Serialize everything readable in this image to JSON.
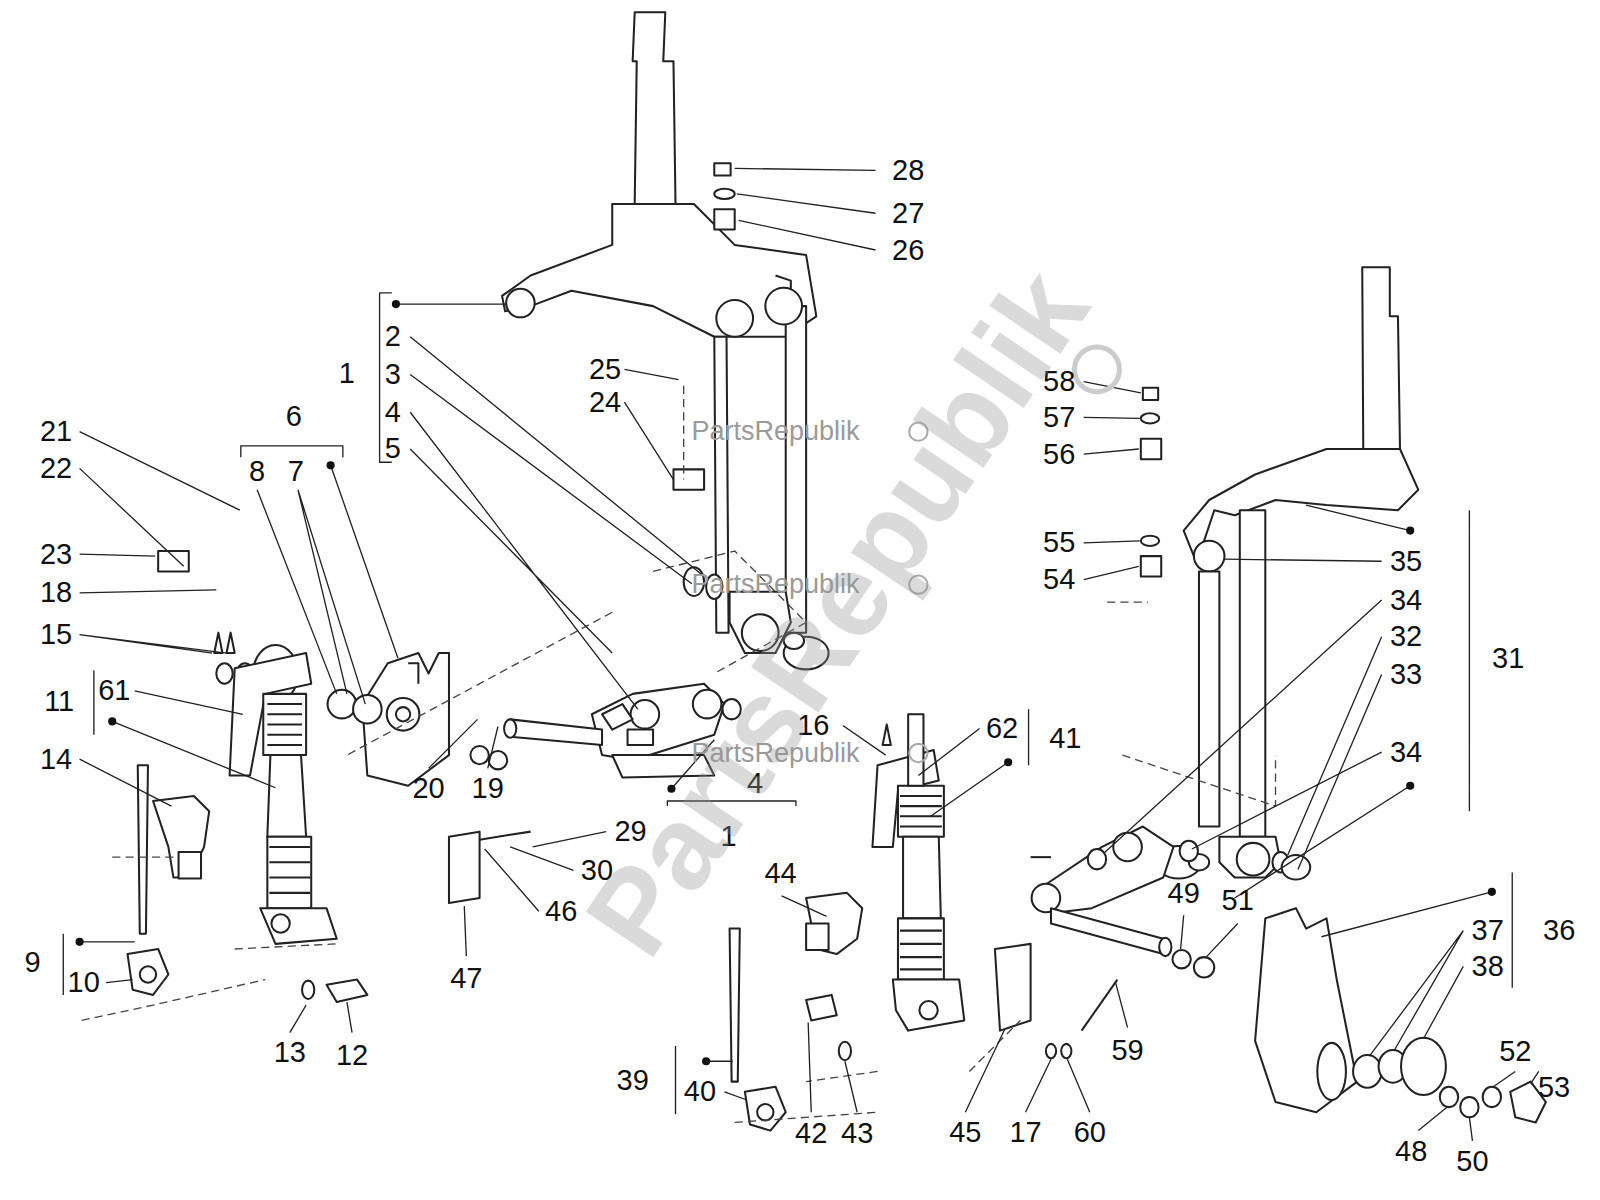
{
  "diagram": {
    "labels": [
      "28",
      "27",
      "26",
      "1",
      "2",
      "3",
      "4",
      "5",
      "25",
      "24",
      "6",
      "8",
      "7",
      "21",
      "22",
      "23",
      "18",
      "15",
      "11",
      "61",
      "14",
      "9",
      "10",
      "13",
      "12",
      "20",
      "19",
      "29",
      "30",
      "46",
      "47",
      "4",
      "1",
      "16",
      "62",
      "41",
      "58",
      "57",
      "56",
      "55",
      "54",
      "35",
      "34",
      "32",
      "33",
      "31",
      "34",
      "44",
      "49",
      "51",
      "36",
      "37",
      "38",
      "39",
      "40",
      "42",
      "43",
      "45",
      "17",
      "60",
      "59",
      "52",
      "53",
      "48",
      "50",
      "PartsRepublik",
      "PartsRepublik",
      "PartsRepublik",
      "PartsRepublik"
    ]
  }
}
